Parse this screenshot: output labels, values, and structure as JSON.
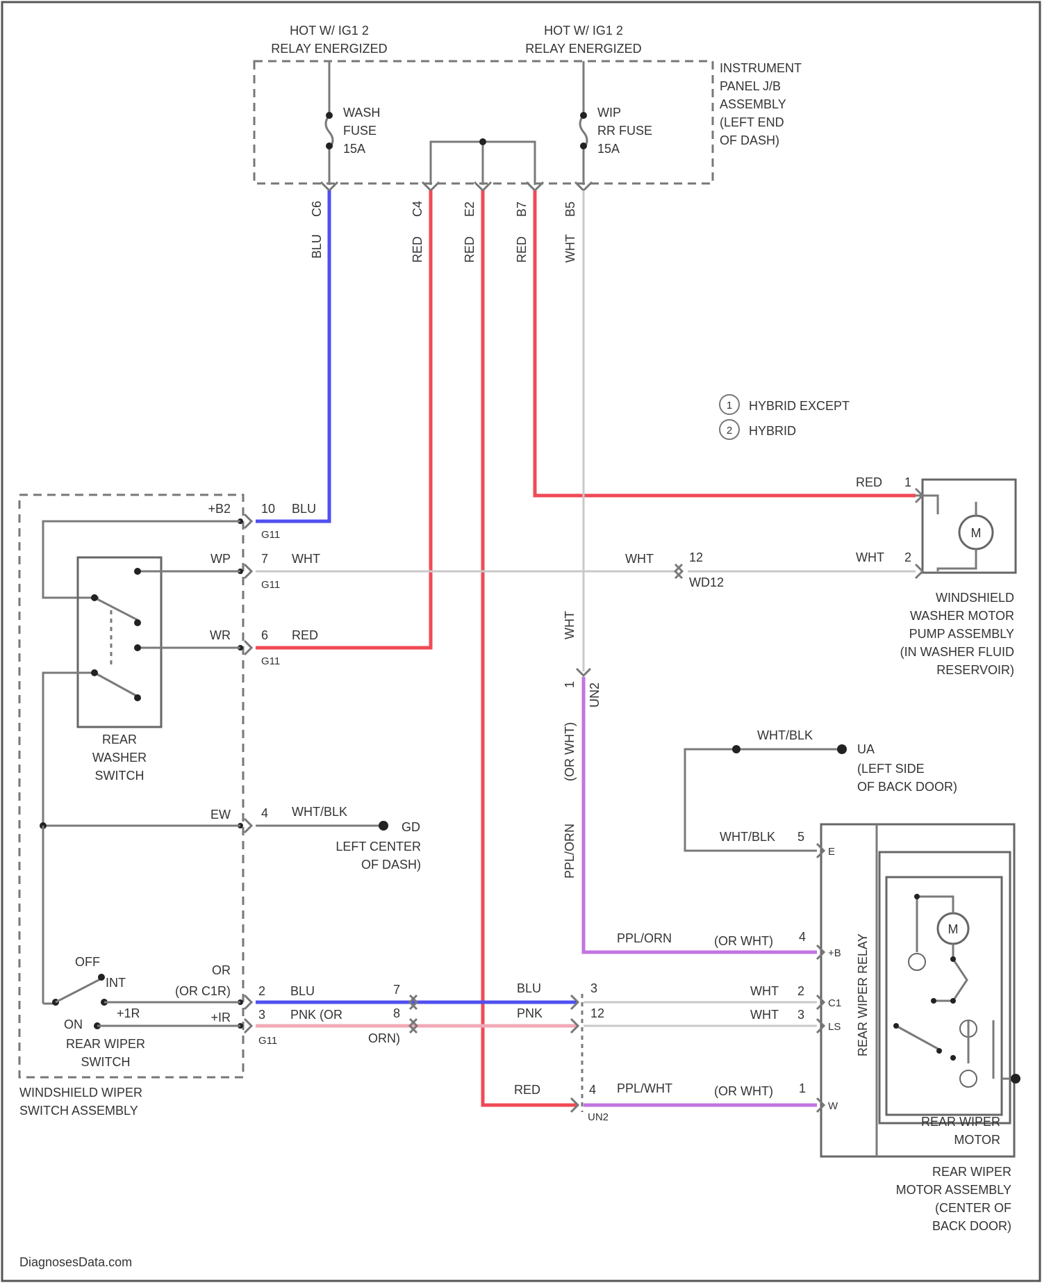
{
  "colors": {
    "blue": "#4f4ff0",
    "red": "#ef4a56",
    "purple": "#c174e0",
    "pink": "#f2a9b6",
    "gray": "#7a7a7a"
  },
  "top": {
    "hot_left_1": "HOT W/ IG1 2",
    "hot_left_2": "RELAY ENERGIZED",
    "hot_right_1": "HOT W/ IG1 2",
    "hot_right_2": "RELAY ENERGIZED",
    "wash_fuse": [
      "WASH",
      "FUSE",
      "15A"
    ],
    "wiper_fuse": [
      "WIP",
      "RR FUSE",
      "15A"
    ],
    "panel_label": [
      "INSTRUMENT",
      "PANEL J/B",
      "ASSEMBLY",
      "(LEFT END",
      "OF DASH)"
    ],
    "pins": [
      "C6",
      "C4",
      "E2",
      "B7",
      "B5"
    ],
    "wire_colors": [
      "BLU",
      "RED",
      "RED",
      "RED",
      "WHT"
    ]
  },
  "legend": {
    "items": [
      {
        "num": "1",
        "text": "HYBRID EXCEPT"
      },
      {
        "num": "2",
        "text": "HYBRID"
      }
    ]
  },
  "switch_assembly": {
    "pins": [
      {
        "name": "+B2",
        "num": "10",
        "color": "BLU",
        "conn": "G11"
      },
      {
        "name": "WP",
        "num": "7",
        "color": "WHT",
        "conn": "G11"
      },
      {
        "name": "WR",
        "num": "6",
        "color": "RED",
        "conn": "G11"
      },
      {
        "name": "EW",
        "num": "4",
        "color": "WHT/BLK",
        "conn": ""
      }
    ],
    "washer_switch": [
      "REAR",
      "WASHER",
      "SWITCH"
    ],
    "wiper_switch": [
      "REAR WIPER",
      "SWITCH"
    ],
    "positions": [
      "OFF",
      "INT",
      "ON",
      "+1R",
      "+IR",
      "OR"
    ],
    "or_note": "(OR C1R)",
    "lower_pins": [
      {
        "num": "2",
        "color": "BLU",
        "conn_num": "7"
      },
      {
        "num": "3",
        "color": "PNK (OR",
        "conn_num": "8"
      }
    ],
    "lower_conn": "G11",
    "orn_note": "ORN)",
    "assembly_label": [
      "WINDSHIELD WIPER",
      "SWITCH ASSEMBLY"
    ]
  },
  "ground_g": {
    "id": "GD",
    "label": [
      "LEFT CENTER",
      "OF DASH)"
    ]
  },
  "washer_motor": {
    "pin1_color": "RED",
    "pin1": "1",
    "pin2_color": "WHT",
    "pin2": "2",
    "mid_color": "WHT",
    "mid_num": "12",
    "mid_conn": "WD12",
    "motor": "M",
    "label": [
      "WINDSHIELD",
      "WASHER MOTOR",
      "PUMP ASSEMBLY",
      "(IN WASHER FLUID",
      "RESERVOIR)"
    ]
  },
  "rear_motor": {
    "vertical_wire": "WHT",
    "conn_top": "1",
    "conn_top_id": "UN2",
    "purple_vert_1": "(OR WHT)",
    "purple_vert_2": "PPL/ORN",
    "pin_b_color": "PPL/ORN",
    "pin_b_or": "(OR WHT)",
    "pin_b_num": "4",
    "pin_b": "+B",
    "ground_color": "WHT/BLK",
    "ground_num": "5",
    "ground_pin": "E",
    "ground_top_color": "WHT/BLK",
    "ground_id": "UA",
    "ground_label": [
      "(LEFT SIDE",
      "OF BACK DOOR)"
    ],
    "blu_top": "BLU",
    "blu_num": "3",
    "pnk": "PNK",
    "pnk_num": "12",
    "wht1": "WHT",
    "wht1_num": "2",
    "pin_c1": "C1",
    "wht2": "WHT",
    "wht2_num": "3",
    "pin_ls": "LS",
    "red_bottom": "RED",
    "red_num": "4",
    "ppl_wht": "PPL/WHT",
    "ppl_or": "(OR WHT)",
    "pin_w_num": "1",
    "pin_w": "W",
    "bottom_conn": "UN2",
    "relay_label": "REAR WIPER RELAY",
    "motor": "M",
    "motor_inner_label": [
      "REAR WIPER",
      "MOTOR"
    ],
    "assembly_label": [
      "REAR WIPER",
      "MOTOR ASSEMBLY",
      "(CENTER OF",
      "BACK DOOR)"
    ]
  },
  "watermark": "DiagnosesData.com"
}
